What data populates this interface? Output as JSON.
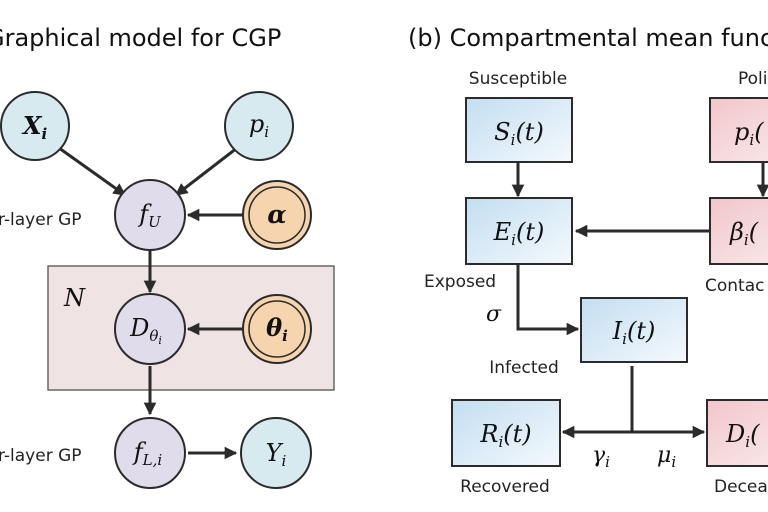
{
  "panels": {
    "a": {
      "title": "Graphical model for CGP"
    },
    "b": {
      "title": "(b) Compartmental mean funct"
    }
  },
  "graphical_model": {
    "plate_label": "N",
    "outer_labels": {
      "upper": "r-layer GP",
      "lower": "r-layer GP"
    },
    "nodes": {
      "x": {
        "symbol": "X",
        "sub": "i"
      },
      "p": {
        "symbol": "p",
        "sub": "i"
      },
      "f_u": {
        "symbol": "f",
        "sub": "U"
      },
      "alpha": {
        "symbol": "α"
      },
      "d": {
        "symbol": "D",
        "sub": "θ",
        "subsub": "i"
      },
      "theta": {
        "symbol": "θ",
        "sub": "i"
      },
      "f_l": {
        "symbol": "f",
        "sub": "L,i"
      },
      "y": {
        "symbol": "Y",
        "sub": "i"
      }
    }
  },
  "compartments": {
    "boxes": {
      "s": {
        "symbol": "S",
        "sub": "i",
        "arg": "(t)",
        "label": "Susceptible"
      },
      "p": {
        "symbol": "p",
        "sub": "i",
        "arg": "(",
        "label": "Poli"
      },
      "e": {
        "symbol": "E",
        "sub": "i",
        "arg": "(t)",
        "label": "Exposed"
      },
      "beta": {
        "symbol": "β",
        "sub": "i",
        "arg": "(",
        "label": "Contac"
      },
      "i": {
        "symbol": "I",
        "sub": "i",
        "arg": "(t)",
        "label": "Infected"
      },
      "r": {
        "symbol": "R",
        "sub": "i",
        "arg": "(t)",
        "label": "Recovered"
      },
      "d": {
        "symbol": "D",
        "sub": "i",
        "arg": "(",
        "label": "Decea"
      }
    },
    "rates": {
      "sigma": {
        "symbol": "σ"
      },
      "gamma": {
        "symbol": "γ",
        "sub": "i"
      },
      "mu": {
        "symbol": "μ",
        "sub": "i"
      }
    }
  },
  "colors": {
    "node_blue": "#d6eaf0",
    "node_lavender": "#e0dcec",
    "node_orange": "#f6d4ad",
    "plate_fill": "#efe3e3",
    "box_blue": "#d5eaf6",
    "box_pink": "#f6d7d9",
    "stroke": "#2b2b2b"
  }
}
